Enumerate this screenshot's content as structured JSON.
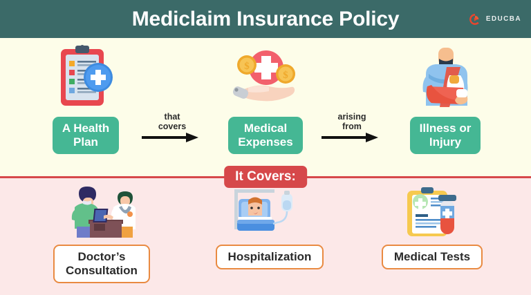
{
  "header": {
    "title": "Mediclaim Insurance Policy",
    "brand_name": "EDUCBA",
    "brand_icon": "educba-logo-icon",
    "background_color": "#3B6A68",
    "title_color": "#FFFFFF",
    "brand_color": "#E8452E"
  },
  "colors": {
    "top_background": "#FDFDE9",
    "bottom_background": "#FCE8E8",
    "pill_green": "#45B794",
    "badge_red": "#D6484A",
    "divider_red": "#D6484A",
    "box_border_orange": "#E98A41",
    "box_fill": "#FFFFFF",
    "text_dark": "#2A2A2A"
  },
  "flow": {
    "nodes": [
      {
        "id": "health-plan",
        "label": "A Health\nPlan",
        "icon": "clipboard-medical-icon"
      },
      {
        "id": "medical-expenses",
        "label": "Medical\nExpenses",
        "icon": "hand-holding-medical-coins-icon"
      },
      {
        "id": "illness-injury",
        "label": "Illness or\nInjury",
        "icon": "person-arm-sling-icon"
      }
    ],
    "connectors": [
      {
        "id": "that-covers",
        "label": "that\ncovers",
        "icon": "arrow-right-icon"
      },
      {
        "id": "arising-from",
        "label": "arising\nfrom",
        "icon": "arrow-right-icon"
      }
    ]
  },
  "covers": {
    "badge_label": "It Covers:",
    "items": [
      {
        "id": "doctors-consultation",
        "label": "Doctor’s\nConsultation",
        "icon": "doctor-consultation-icon"
      },
      {
        "id": "hospitalization",
        "label": "Hospitalization",
        "icon": "hospital-bed-patient-icon"
      },
      {
        "id": "medical-tests",
        "label": "Medical Tests",
        "icon": "clipboard-test-tube-icon"
      }
    ]
  }
}
